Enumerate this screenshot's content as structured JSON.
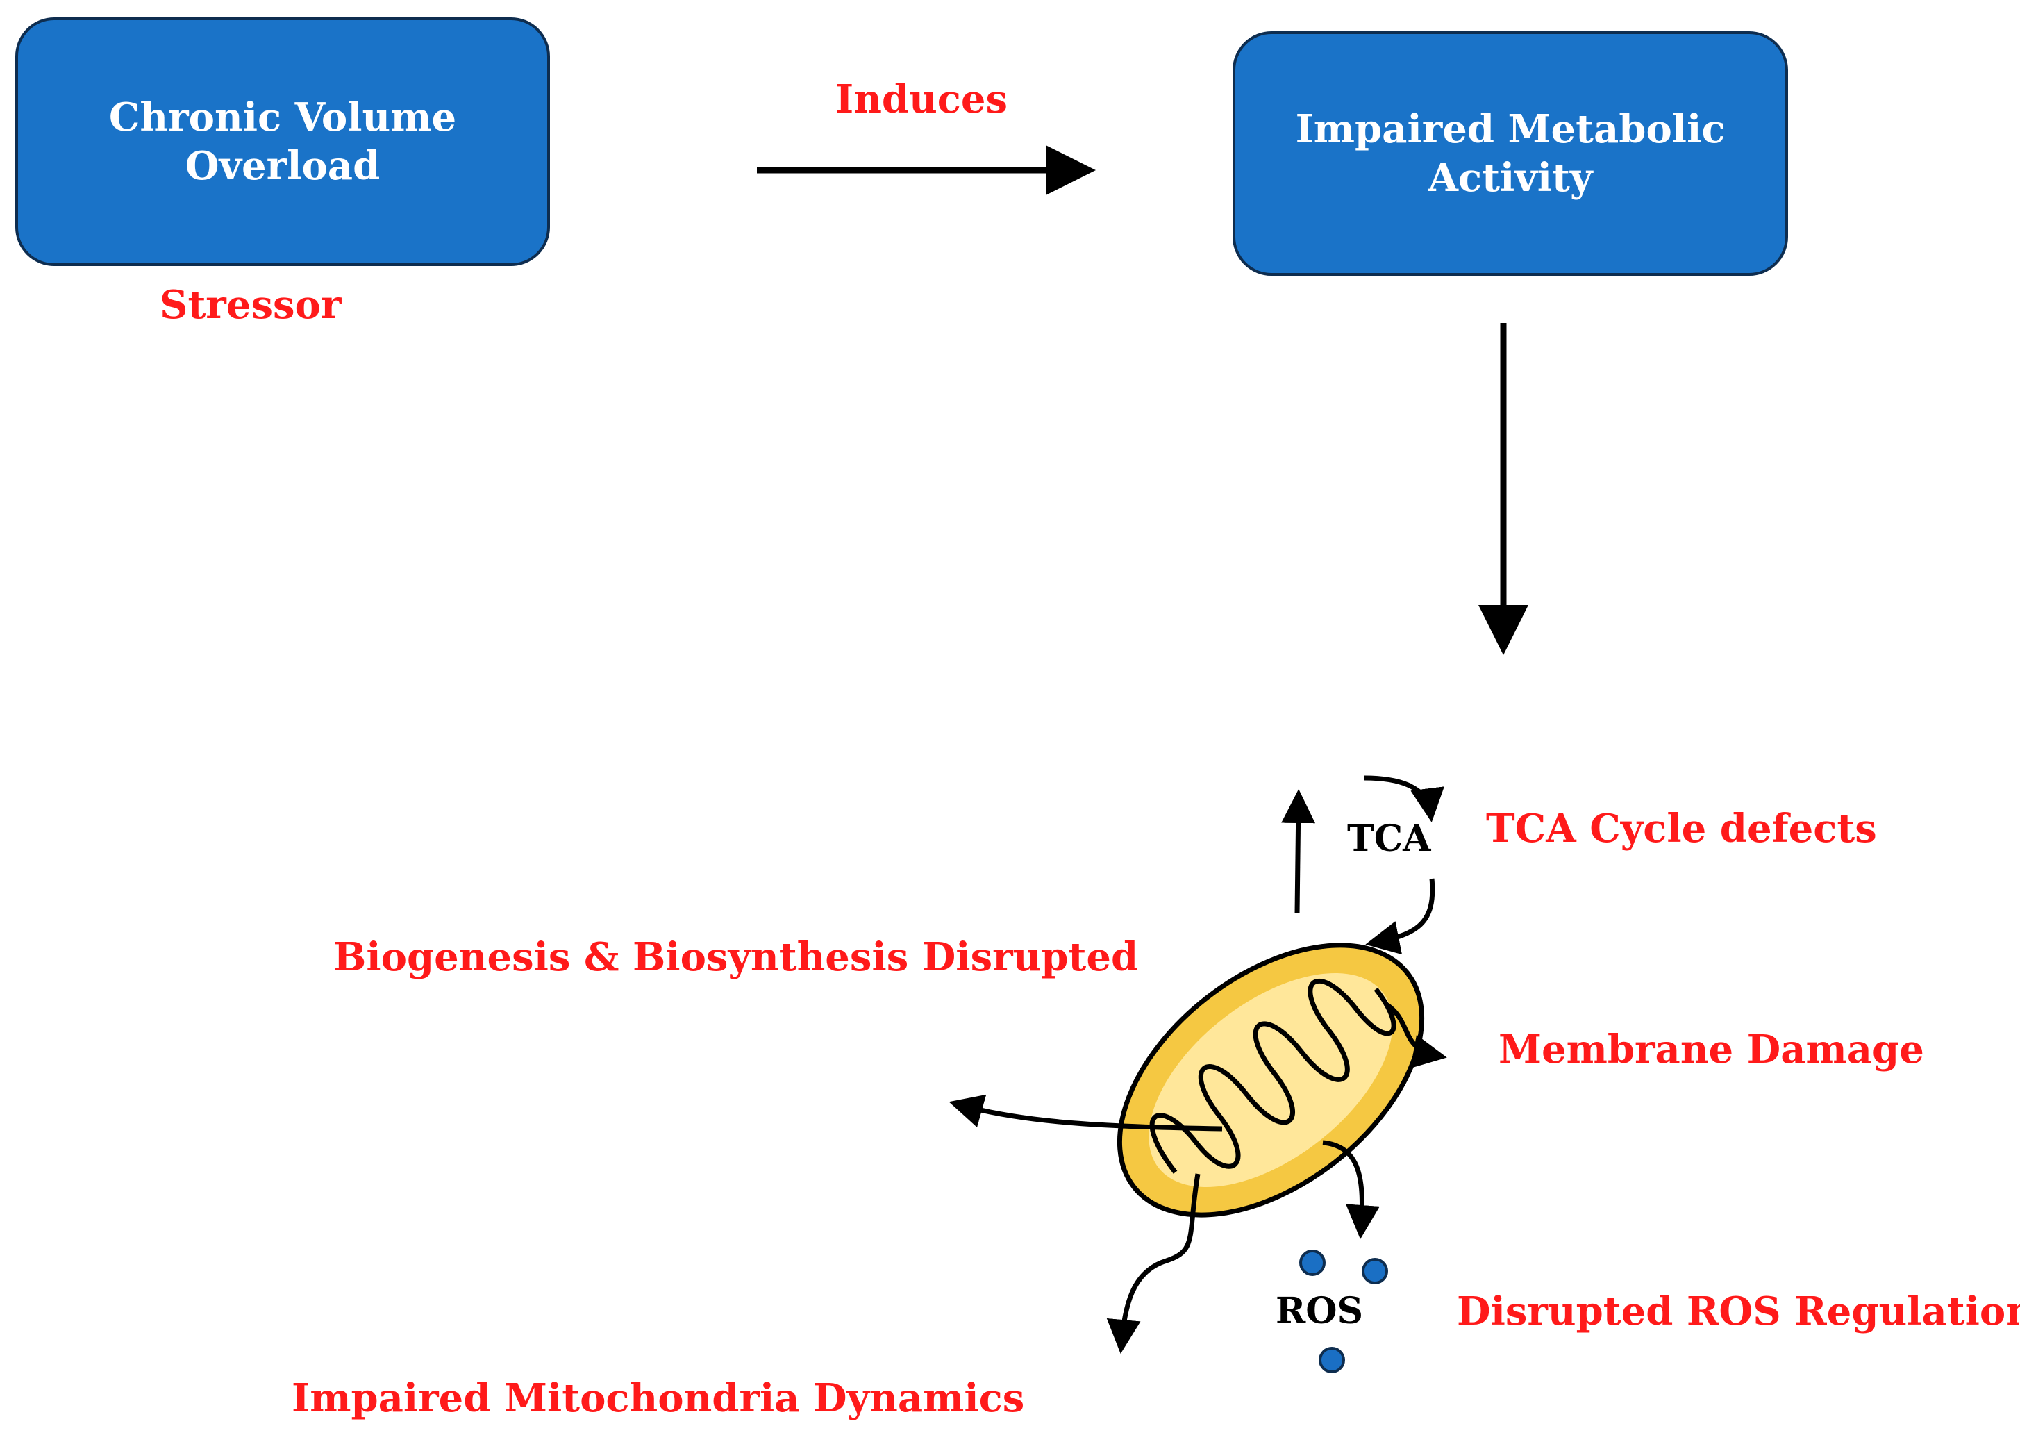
{
  "nodes": {
    "stressor_box": "Chronic Volume\nOverload",
    "metabolic_box": "Impaired Metabolic\nActivity"
  },
  "labels": {
    "stressor": "Stressor",
    "induces": "Induces",
    "tca_defects": "TCA Cycle defects",
    "biogenesis": "Biogenesis & Biosynthesis Disrupted",
    "membrane": "Membrane Damage",
    "ros_regulation": "Disrupted ROS Regulation",
    "dynamics": "Impaired Mitochondria Dynamics",
    "tca": "TCA",
    "ros": "ROS"
  },
  "colors": {
    "box_fill": "#1a73c8",
    "box_border": "#0e2d4f",
    "label_red": "#ff1a1a",
    "mitochondria_outer": "#f5c842",
    "mitochondria_inner": "#ffe79a",
    "ros_dot": "#1a6fc4"
  }
}
